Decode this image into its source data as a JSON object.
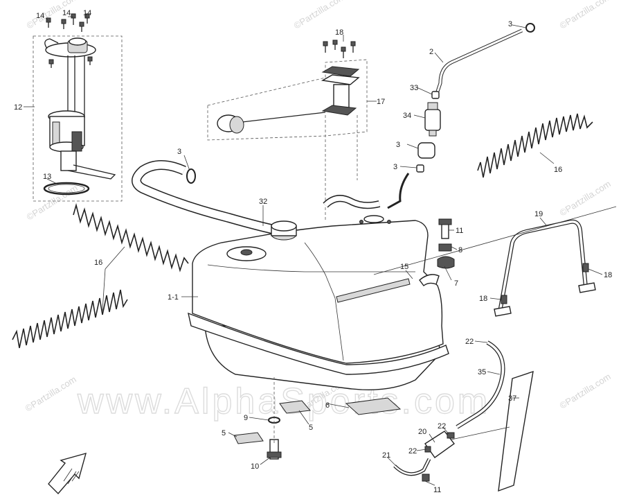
{
  "watermarks": {
    "small": "©Partzilla.com",
    "big": "www.AlphaSports.com"
  },
  "callouts": [
    {
      "id": "c14a",
      "text": "14"
    },
    {
      "id": "c14b",
      "text": "14"
    },
    {
      "id": "c14c",
      "text": "14"
    },
    {
      "id": "c12",
      "text": "12"
    },
    {
      "id": "c13",
      "text": "13"
    },
    {
      "id": "c18a",
      "text": "18"
    },
    {
      "id": "c17",
      "text": "17"
    },
    {
      "id": "c3a",
      "text": "3"
    },
    {
      "id": "c2",
      "text": "2"
    },
    {
      "id": "c3b",
      "text": "3"
    },
    {
      "id": "c33",
      "text": "33"
    },
    {
      "id": "c34",
      "text": "34"
    },
    {
      "id": "c3c",
      "text": "3"
    },
    {
      "id": "c3d",
      "text": "3"
    },
    {
      "id": "c16a",
      "text": "16"
    },
    {
      "id": "c32",
      "text": "32"
    },
    {
      "id": "c19",
      "text": "19"
    },
    {
      "id": "c11a",
      "text": "11"
    },
    {
      "id": "c8",
      "text": "8"
    },
    {
      "id": "c16b",
      "text": "16"
    },
    {
      "id": "c15",
      "text": "15"
    },
    {
      "id": "c7",
      "text": "7"
    },
    {
      "id": "c18b",
      "text": "18"
    },
    {
      "id": "c1-1",
      "text": "1-1"
    },
    {
      "id": "c18c",
      "text": "18"
    },
    {
      "id": "c22a",
      "text": "22"
    },
    {
      "id": "c35",
      "text": "35"
    },
    {
      "id": "c37",
      "text": "37"
    },
    {
      "id": "c6",
      "text": "6"
    },
    {
      "id": "c9",
      "text": "9"
    },
    {
      "id": "c5a",
      "text": "5"
    },
    {
      "id": "c5b",
      "text": "5"
    },
    {
      "id": "c20",
      "text": "20"
    },
    {
      "id": "c22b",
      "text": "22"
    },
    {
      "id": "c22c",
      "text": "22"
    },
    {
      "id": "c21",
      "text": "21"
    },
    {
      "id": "c10",
      "text": "10"
    },
    {
      "id": "c11b",
      "text": "11"
    }
  ]
}
